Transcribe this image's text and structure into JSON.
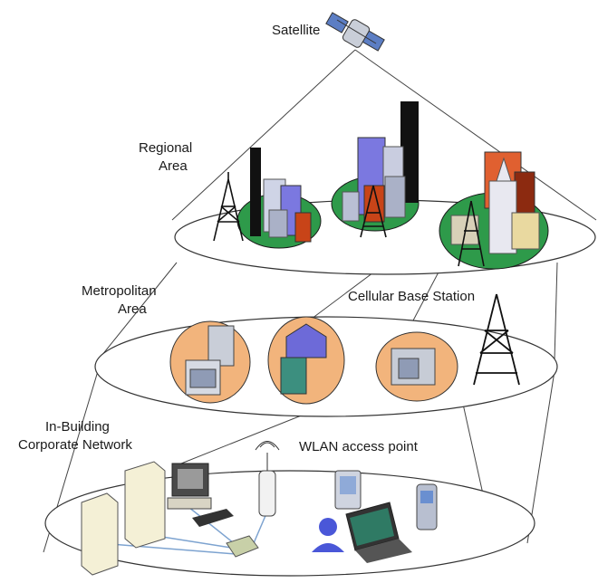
{
  "labels": {
    "satellite": "Satellite",
    "regional_line1": "Regional",
    "regional_line2": "Area",
    "metro_line1": "Metropolitan",
    "metro_line2": "Area",
    "cellular_base_station": "Cellular Base Station",
    "inbuilding_line1": "In-Building",
    "inbuilding_line2": "Corporate Network",
    "wlan_access_point": "WLAN access point"
  },
  "colors": {
    "ellipse_stroke": "#333333",
    "green_island": "#2e9a4a",
    "orange_island": "#f2b47c",
    "blue_building": "#7b78e0",
    "tower": "#222222"
  }
}
